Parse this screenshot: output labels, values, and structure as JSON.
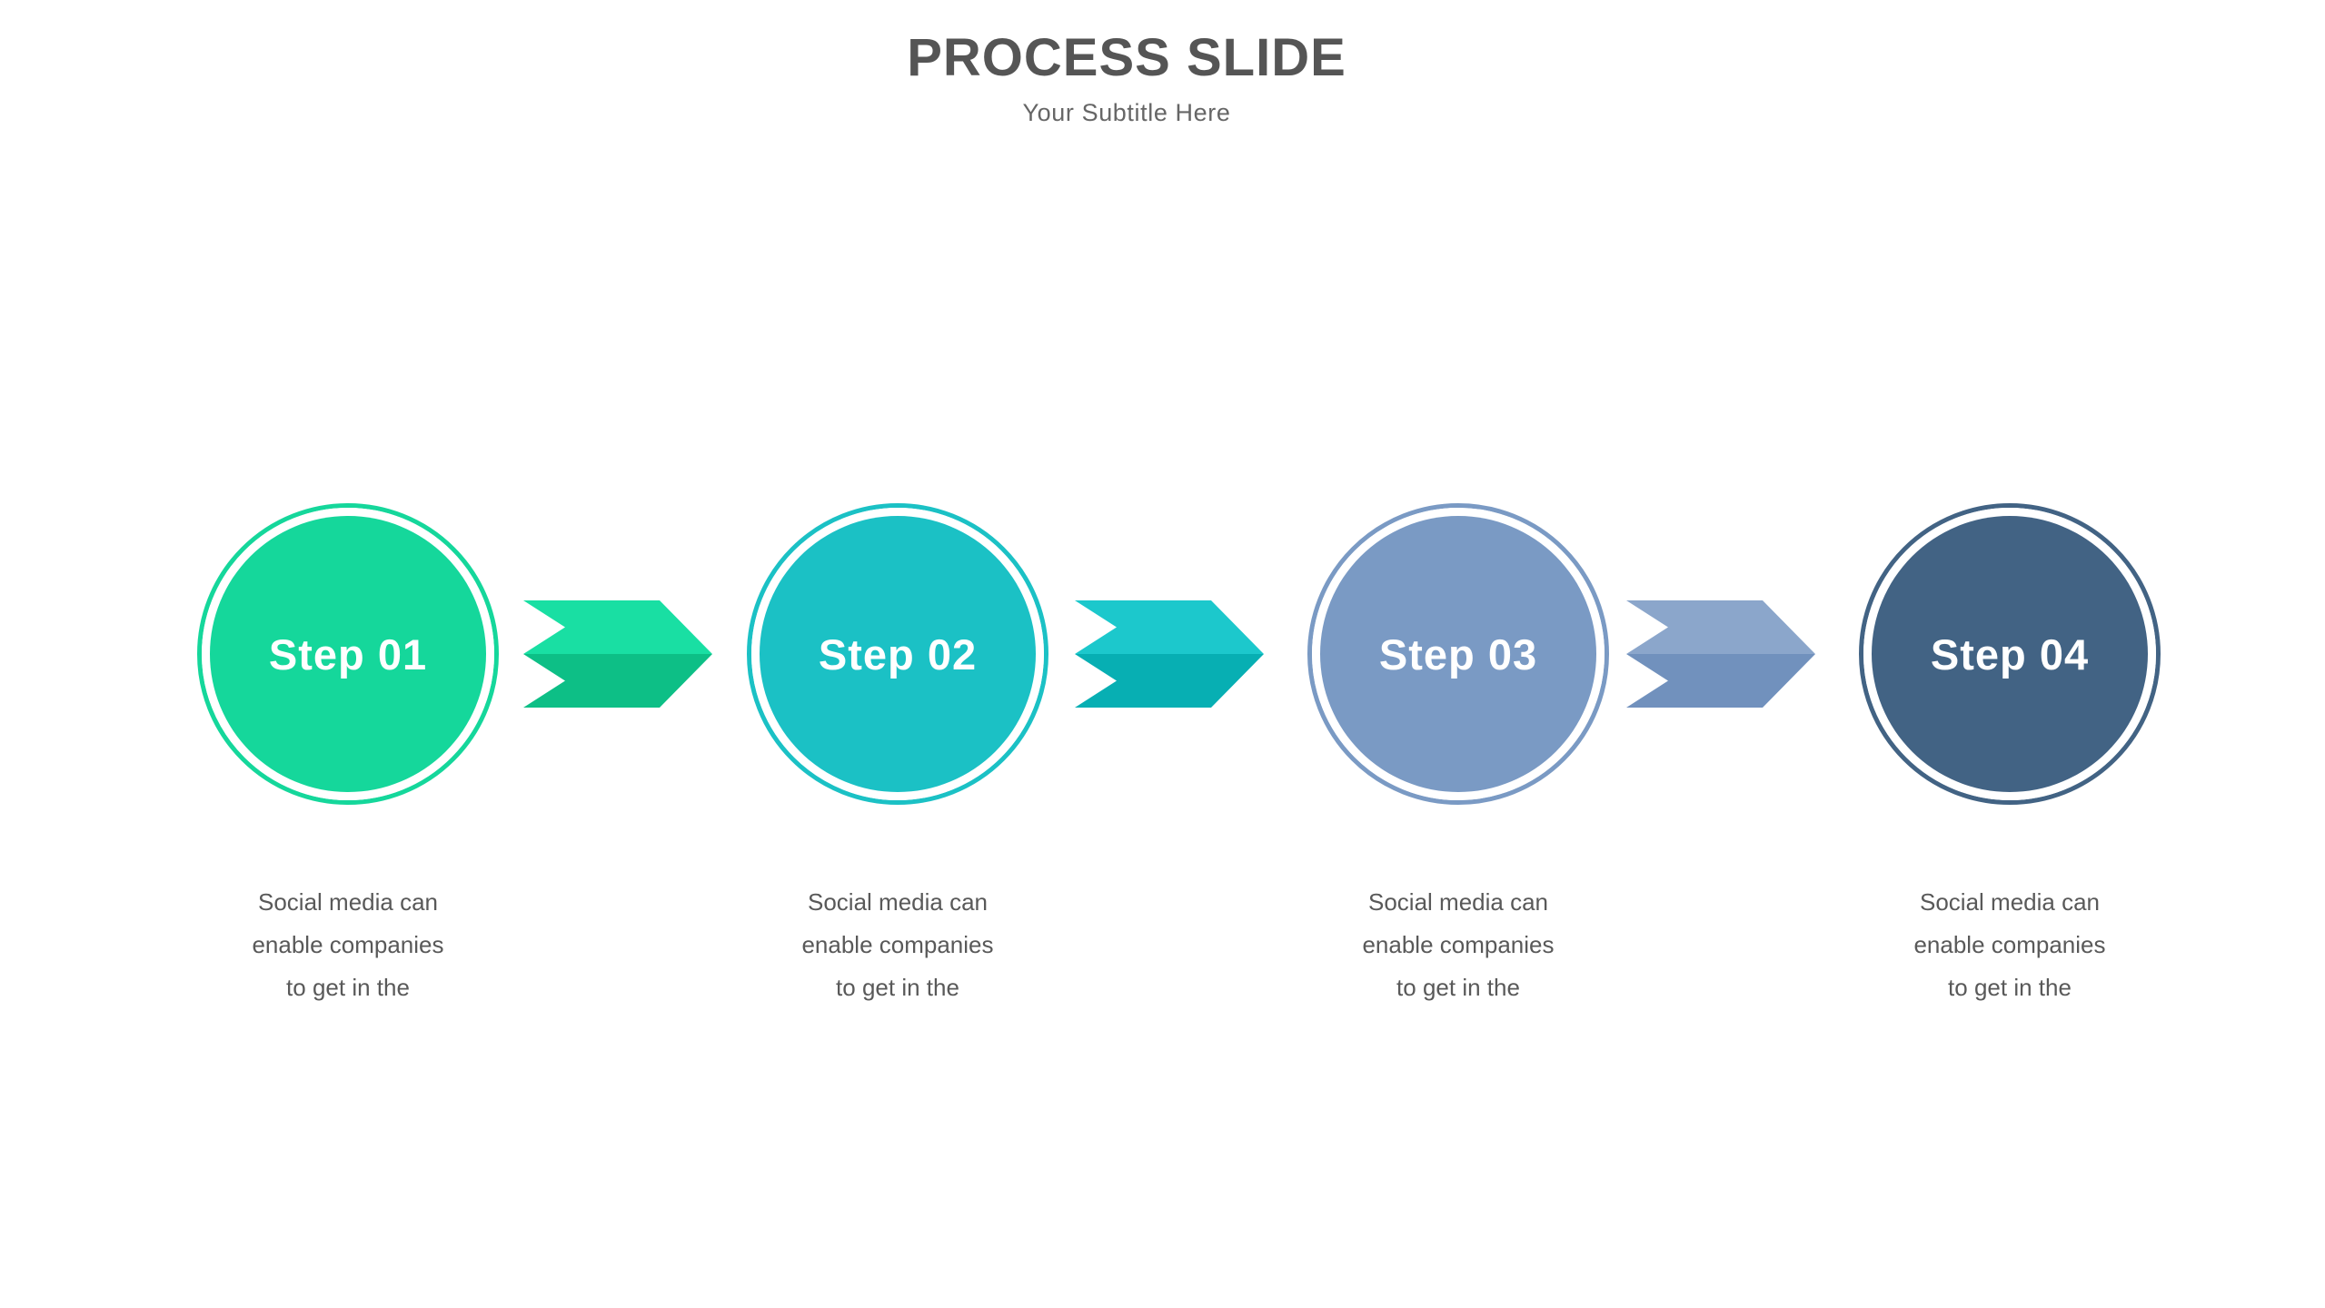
{
  "header": {
    "title": "PROCESS SLIDE",
    "subtitle": "Your Subtitle Here"
  },
  "colors": {
    "title_text": "#555555",
    "subtitle_text": "#666666",
    "caption_text": "#595959",
    "background": "#ffffff",
    "step_label_text": "#ffffff"
  },
  "steps": [
    {
      "label": "Step 01",
      "color": "#15D79B",
      "arrow_light": "#19DFA3",
      "arrow_dark": "#0DBF86",
      "caption_line1": "Social media can",
      "caption_line2": "enable companies",
      "caption_line3": "to get in the"
    },
    {
      "label": "Step 02",
      "color": "#1BC1C5",
      "arrow_light": "#1CC8CC",
      "arrow_dark": "#07AFB3",
      "caption_line1": "Social media can",
      "caption_line2": "enable companies",
      "caption_line3": "to get in the"
    },
    {
      "label": "Step 03",
      "color": "#7A9AC4",
      "arrow_light": "#8BA6CB",
      "arrow_dark": "#7191BD",
      "caption_line1": "Social media can",
      "caption_line2": "enable companies",
      "caption_line3": "to get in the"
    },
    {
      "label": "Step 04",
      "color": "#426384",
      "arrow_light": "",
      "arrow_dark": "",
      "caption_line1": "Social media can",
      "caption_line2": "enable companies",
      "caption_line3": "to get in the"
    }
  ]
}
